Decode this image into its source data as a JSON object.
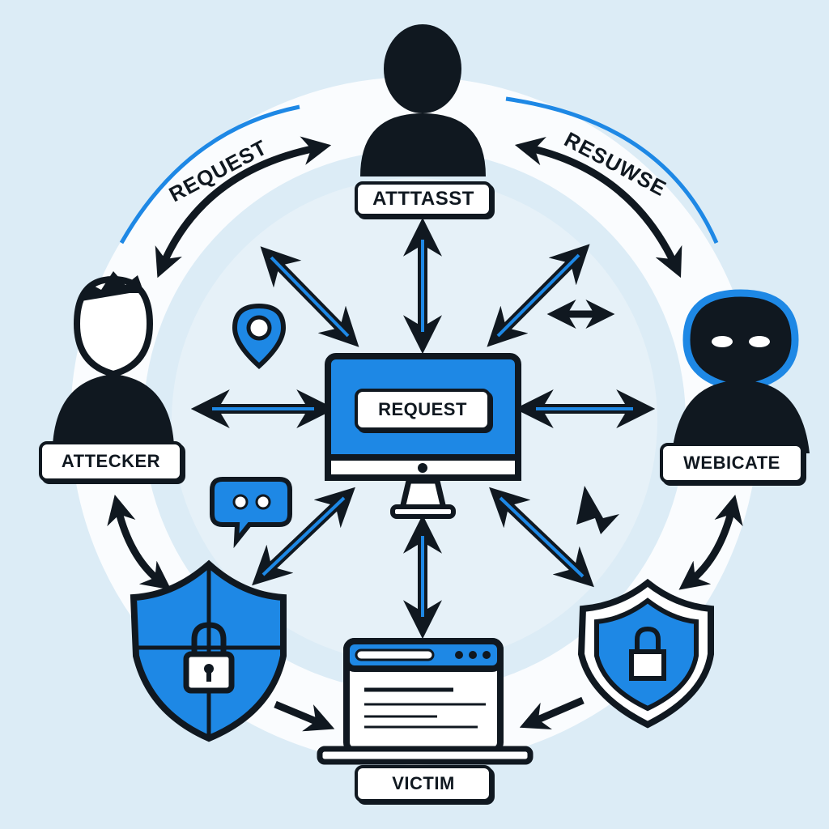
{
  "nodes": {
    "top": {
      "label": "ATTTASST"
    },
    "left": {
      "label": "ATTECKER"
    },
    "right": {
      "label": "WEBICATE"
    },
    "center": {
      "label": "REQUEST"
    },
    "bottom": {
      "label": "VICTIM"
    }
  },
  "flows": {
    "upper_left": {
      "label": "REQUEST"
    },
    "upper_right": {
      "label": "RESUWSE"
    }
  },
  "colors": {
    "background": "#dcecf6",
    "accent_blue": "#1e88e5",
    "ink": "#101820",
    "ring": "#ffffff"
  },
  "icons": [
    "person-icon",
    "hooded-hacker-icon",
    "user-icon",
    "computer-monitor-icon",
    "browser-window-icon",
    "shield-lock-icon",
    "location-pin-icon",
    "chat-bubble-icon",
    "lightning-icon"
  ]
}
